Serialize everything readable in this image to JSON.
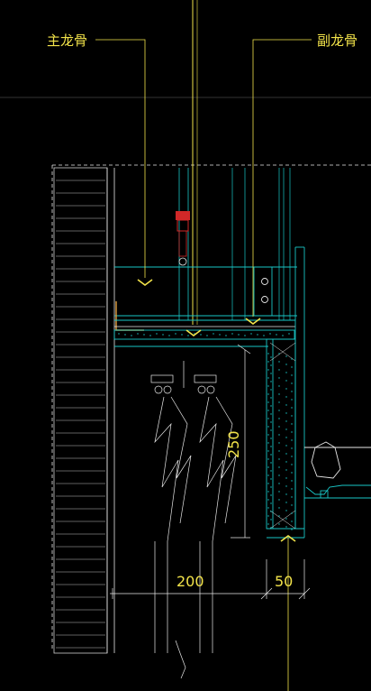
{
  "labels": {
    "main_keel": "主龙骨",
    "secondary_keel": "副龙骨"
  },
  "dimensions": {
    "curtain_depth": "200",
    "pocket_height": "250",
    "panel_thickness": "50"
  },
  "colors": {
    "background": "#000000",
    "cyan": "#19c6c6",
    "white": "#e8e8e8",
    "yellow": "#f2e34a",
    "orange": "#e0a040",
    "red": "#d02828"
  }
}
